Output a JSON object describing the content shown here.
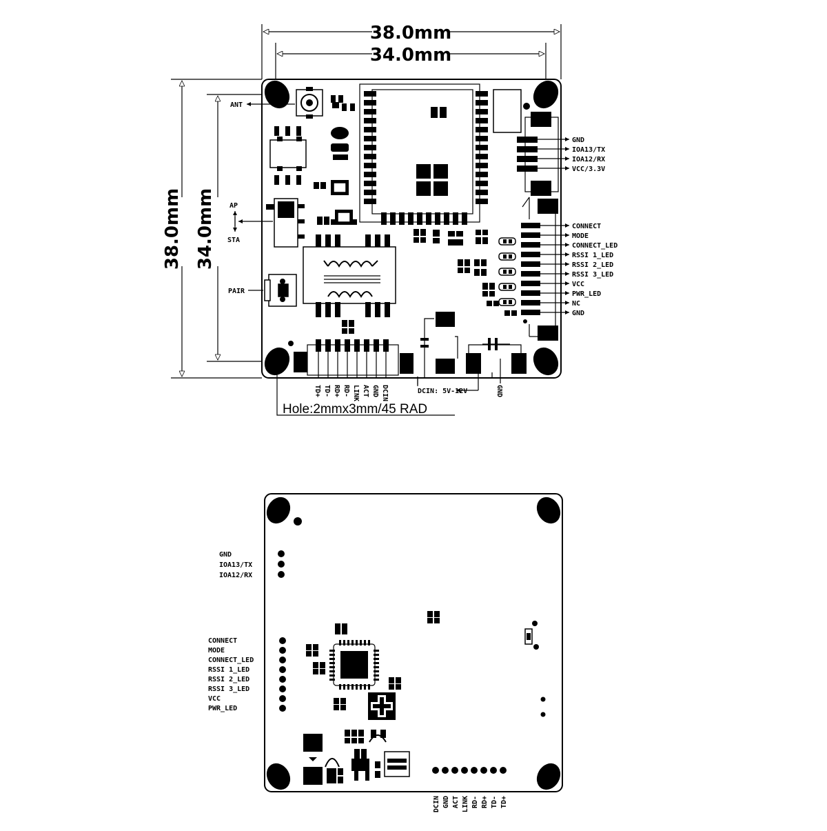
{
  "dimensions": {
    "outer_width": "38.0mm",
    "inner_width": "34.0mm",
    "outer_height": "38.0mm",
    "inner_height": "34.0mm",
    "hole_note": "Hole:2mmx3mm/45 RAD"
  },
  "top_side": {
    "left_labels": {
      "ant": "ANT",
      "ap": "AP",
      "sta": "STA",
      "pair": "PAIR"
    },
    "right_header_top": [
      "GND",
      "IOA13/TX",
      "IOA12/RX",
      "VCC/3.3V"
    ],
    "right_header_main": [
      "CONNECT",
      "MODE",
      "CONNECT_LED",
      "RSSI 1_LED",
      "RSSI 2_LED",
      "RSSI 3_LED",
      "VCC",
      "PWR_LED",
      "NC",
      "GND"
    ],
    "bottom_pins": [
      "TD+",
      "TD-",
      "RD+",
      "RD-",
      "LINK",
      "ACT",
      "GND",
      "DCIN"
    ],
    "dcin_label": "DCIN: 5V-12V",
    "gnd_label": "GND"
  },
  "bottom_side": {
    "left_top_labels": [
      "GND",
      "IOA13/TX",
      "IOA12/RX"
    ],
    "left_main_labels": [
      "CONNECT",
      "MODE",
      "CONNECT_LED",
      "RSSI 1_LED",
      "RSSI 2_LED",
      "RSSI 3_LED",
      "VCC",
      "PWR_LED"
    ],
    "bottom_pins": [
      "DCIN",
      "GND",
      "ACT",
      "LINK",
      "RD-",
      "RD+",
      "TD-",
      "TD+"
    ]
  }
}
